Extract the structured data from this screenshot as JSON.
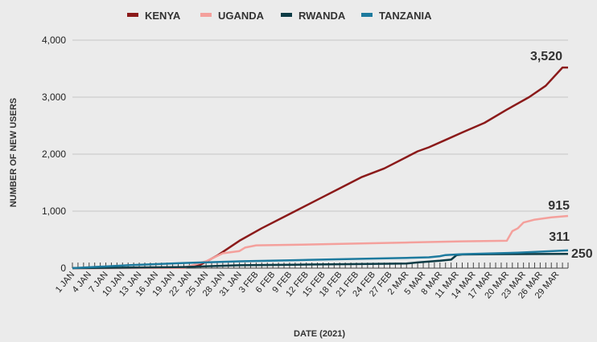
{
  "chart_data": {
    "type": "line",
    "xlabel": "DATE (2021)",
    "ylabel": "NUMBER OF NEW USERS",
    "ylim": [
      0,
      4000
    ],
    "y_ticks": [
      "0",
      "1,000",
      "2,000",
      "3,000",
      "4,000"
    ],
    "y_tick_values": [
      0,
      1000,
      2000,
      3000,
      4000
    ],
    "x_tick_labels": [
      "1 JAN",
      "4 JAN",
      "7 JAN",
      "10 JAN",
      "13 JAN",
      "16 JAN",
      "19 JAN",
      "22 JAN",
      "25 JAN",
      "28 JAN",
      "31 JAN",
      "3 FEB",
      "6 FEB",
      "9 FEB",
      "12 FEB",
      "15 FEB",
      "18 FEB",
      "21 FEB",
      "24 FEB",
      "27 FEB",
      "2 MAR",
      "5 MAR",
      "8 MAR",
      "11 MAR",
      "14 MAR",
      "17 MAR",
      "20 MAR",
      "23 MAR",
      "26 MAR",
      "29 MAR"
    ],
    "x_tick_days": [
      0,
      3,
      6,
      9,
      12,
      15,
      18,
      21,
      24,
      27,
      30,
      33,
      36,
      39,
      42,
      45,
      48,
      51,
      54,
      57,
      60,
      63,
      66,
      69,
      72,
      75,
      78,
      81,
      84,
      87
    ],
    "x_days_total": 89,
    "grid": true,
    "legend_position": "top",
    "series": [
      {
        "name": "KENYA",
        "color": "#8b1a1a",
        "end_label": "3,520",
        "points": [
          [
            0,
            0
          ],
          [
            20,
            5
          ],
          [
            23,
            60
          ],
          [
            26,
            220
          ],
          [
            30,
            480
          ],
          [
            34,
            700
          ],
          [
            38,
            900
          ],
          [
            40,
            1000
          ],
          [
            44,
            1200
          ],
          [
            48,
            1400
          ],
          [
            52,
            1600
          ],
          [
            56,
            1750
          ],
          [
            60,
            1950
          ],
          [
            62,
            2050
          ],
          [
            64,
            2120
          ],
          [
            67,
            2250
          ],
          [
            70,
            2380
          ],
          [
            74,
            2550
          ],
          [
            78,
            2780
          ],
          [
            82,
            3000
          ],
          [
            85,
            3200
          ],
          [
            88,
            3520
          ],
          [
            89,
            3520
          ]
        ]
      },
      {
        "name": "UGANDA",
        "color": "#f4a09c",
        "end_label": "915",
        "points": [
          [
            0,
            0
          ],
          [
            20,
            5
          ],
          [
            24,
            120
          ],
          [
            27,
            260
          ],
          [
            30,
            300
          ],
          [
            31,
            360
          ],
          [
            33,
            400
          ],
          [
            40,
            410
          ],
          [
            50,
            430
          ],
          [
            60,
            450
          ],
          [
            70,
            470
          ],
          [
            78,
            480
          ],
          [
            79,
            650
          ],
          [
            80,
            700
          ],
          [
            81,
            800
          ],
          [
            83,
            850
          ],
          [
            86,
            890
          ],
          [
            89,
            915
          ]
        ]
      },
      {
        "name": "RWANDA",
        "color": "#0d3b45",
        "end_label": "250",
        "points": [
          [
            0,
            0
          ],
          [
            20,
            20
          ],
          [
            30,
            50
          ],
          [
            40,
            60
          ],
          [
            50,
            70
          ],
          [
            60,
            80
          ],
          [
            62,
            100
          ],
          [
            66,
            130
          ],
          [
            68,
            150
          ],
          [
            69,
            230
          ],
          [
            70,
            240
          ],
          [
            75,
            245
          ],
          [
            89,
            250
          ]
        ]
      },
      {
        "name": "TANZANIA",
        "color": "#1d7a9e",
        "end_label": "311",
        "points": [
          [
            0,
            0
          ],
          [
            10,
            50
          ],
          [
            20,
            90
          ],
          [
            30,
            120
          ],
          [
            40,
            140
          ],
          [
            50,
            160
          ],
          [
            60,
            180
          ],
          [
            64,
            190
          ],
          [
            66,
            210
          ],
          [
            67,
            230
          ],
          [
            70,
            245
          ],
          [
            80,
            270
          ],
          [
            89,
            311
          ]
        ]
      }
    ]
  }
}
